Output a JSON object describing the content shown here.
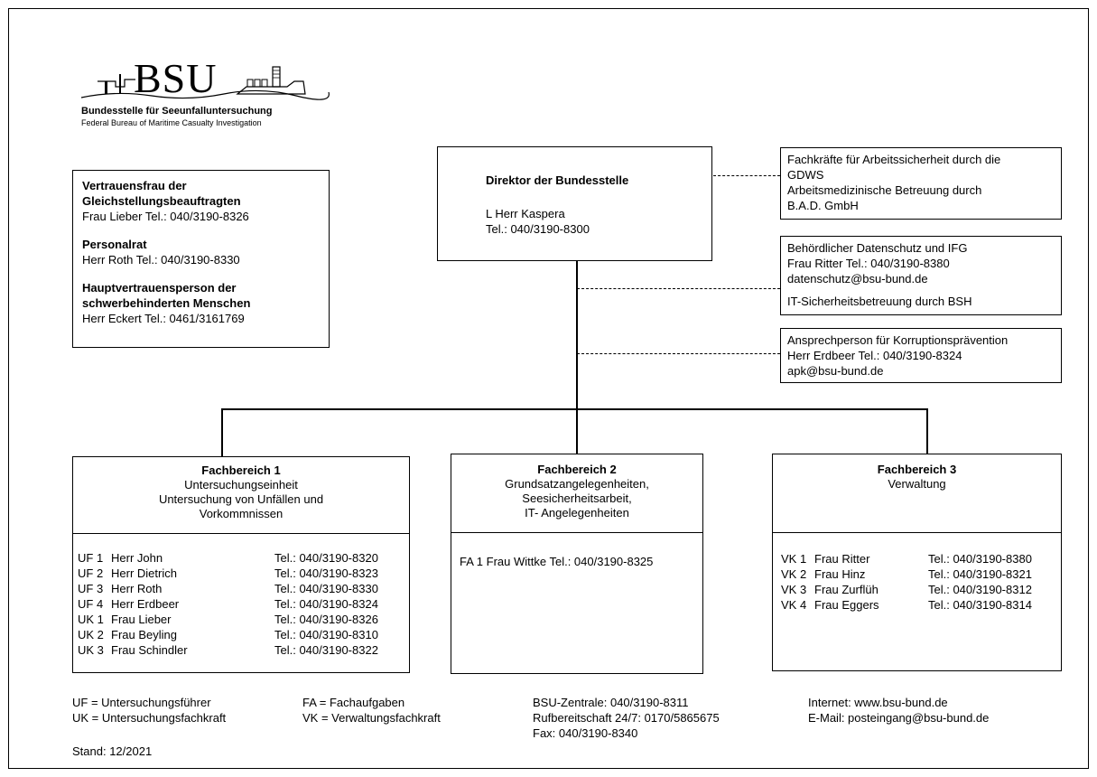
{
  "logo": {
    "letters": "BSU",
    "org_name_de": "Bundesstelle für Seeunfalluntersuchung",
    "org_name_en": "Federal Bureau of Maritime Casualty Investigation"
  },
  "left_box": {
    "vf_title_1": "Vertrauensfrau der",
    "vf_title_2": "Gleichstellungsbeauftragten",
    "vf_contact": "Frau Lieber   Tel.: 040/3190-8326",
    "pr_title": "Personalrat",
    "pr_contact": "Herr Roth   Tel.: 040/3190-8330",
    "hv_title_1": "Hauptvertrauensperson der",
    "hv_title_2": "schwerbehinderten Menschen",
    "hv_contact": "Herr Eckert   Tel.: 0461/3161769"
  },
  "director": {
    "title": "Direktor der Bundesstelle",
    "line": "L     Herr Kaspera",
    "tel": "Tel.: 040/3190-8300"
  },
  "right_boxes": {
    "safety": {
      "line1": "Fachkräfte für Arbeitssicherheit durch die",
      "line2": "GDWS",
      "line3": "Arbeitsmedizinische Betreuung durch",
      "line4": "B.A.D. GmbH"
    },
    "privacy": {
      "line1": "Behördlicher Datenschutz und IFG",
      "line2": "Frau Ritter   Tel.: 040/3190-8380",
      "line3": "datenschutz@bsu-bund.de",
      "line4": "IT-Sicherheitsbetreuung durch BSH"
    },
    "corruption": {
      "line1": "Ansprechperson für Korruptionsprävention",
      "line2": "Herr Erdbeer   Tel.: 040/3190-8324",
      "line3": "apk@bsu-bund.de"
    }
  },
  "fb1": {
    "title": "Fachbereich 1",
    "sub1": "Untersuchungseinheit",
    "sub2": "Untersuchung von Unfällen und",
    "sub3": "Vorkommnissen",
    "staff": [
      {
        "code": "UF 1",
        "name": "Herr John",
        "tel": "Tel.: 040/3190-8320"
      },
      {
        "code": "UF 2",
        "name": "Herr Dietrich",
        "tel": "Tel.: 040/3190-8323"
      },
      {
        "code": "UF 3",
        "name": "Herr Roth",
        "tel": "Tel.: 040/3190-8330"
      },
      {
        "code": "UF 4",
        "name": "Herr Erdbeer",
        "tel": "Tel.: 040/3190-8324"
      },
      {
        "code": "UK 1",
        "name": "Frau Lieber",
        "tel": "Tel.: 040/3190-8326"
      },
      {
        "code": "UK 2",
        "name": "Frau Beyling",
        "tel": "Tel.: 040/3190-8310"
      },
      {
        "code": "UK 3",
        "name": "Frau Schindler",
        "tel": "Tel.: 040/3190-8322"
      }
    ]
  },
  "fb2": {
    "title": "Fachbereich 2",
    "sub1": "Grundsatzangelegenheiten,",
    "sub2": "Seesicherheitsarbeit,",
    "sub3": "IT- Angelegenheiten",
    "staff_line": "FA 1  Frau Wittke Tel.: 040/3190-8325"
  },
  "fb3": {
    "title": "Fachbereich 3",
    "sub1": "Verwaltung",
    "staff": [
      {
        "code": "VK 1",
        "name": "Frau Ritter",
        "tel": "Tel.: 040/3190-8380"
      },
      {
        "code": "VK 2",
        "name": "Frau Hinz",
        "tel": "Tel.: 040/3190-8321"
      },
      {
        "code": "VK 3",
        "name": "Frau Zurflüh",
        "tel": "Tel.: 040/3190-8312"
      },
      {
        "code": "VK 4",
        "name": "Frau Eggers",
        "tel": "Tel.: 040/3190-8314"
      }
    ]
  },
  "legend": {
    "uf": "UF = Untersuchungsführer",
    "uk": "UK = Untersuchungsfachkraft",
    "fa": "FA = Fachaufgaben",
    "vk": "VK = Verwaltungsfachkraft",
    "zentrale": "BSU-Zentrale: 040/3190-8311",
    "ruf": "Rufbereitschaft 24/7: 0170/5865675",
    "fax": "Fax: 040/3190-8340",
    "internet": "Internet: www.bsu-bund.de",
    "email": "E-Mail: posteingang@bsu-bund.de",
    "stand": "Stand: 12/2021"
  }
}
